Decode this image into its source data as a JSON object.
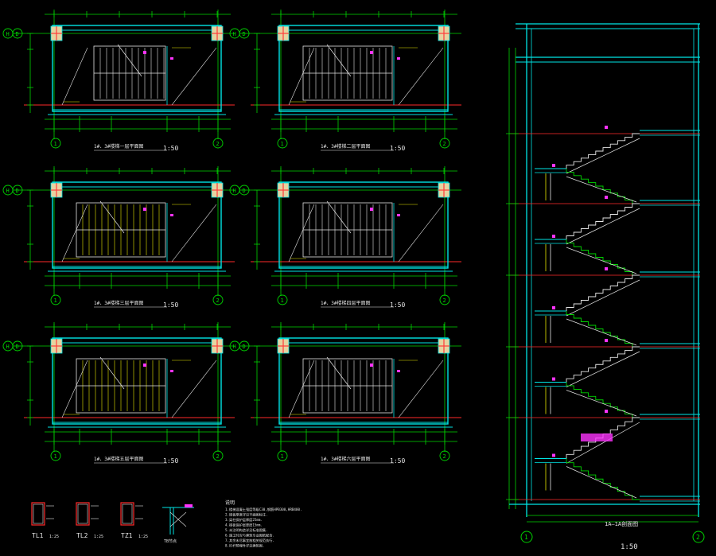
{
  "colors": {
    "background": "#000000",
    "wall": "#00e5e5",
    "dimension": "#00d400",
    "stair": "#e5e5e5",
    "stair_accent": "#e8e800",
    "axis": "#ff2a2a",
    "annotation": "#ff33ff",
    "column_fill": "#e6d3a0",
    "hatch": "#ff3b3b",
    "title": "#e5e5e5"
  },
  "icons": {
    "axis_bubble": "axis-bubble-icon",
    "column": "column-icon",
    "cut_marker": "cut-marker-icon"
  },
  "plans": [
    {
      "id": "p1",
      "title": "1#、3#楼梯一层平面图",
      "scale": "1:50",
      "axis_top": "H",
      "axis_bottom": "D",
      "axis_left": "1",
      "axis_right": "2"
    },
    {
      "id": "p2",
      "title": "1#、3#楼梯二层平面图",
      "scale": "1:50",
      "axis_top": "H",
      "axis_bottom": "D",
      "axis_left": "1",
      "axis_right": "2"
    },
    {
      "id": "p3",
      "title": "1#、3#楼梯三层平面图",
      "scale": "1:50",
      "axis_top": "H",
      "axis_bottom": "D",
      "axis_left": "1",
      "axis_right": "2"
    },
    {
      "id": "p4",
      "title": "1#、3#楼梯四层平面图",
      "scale": "1:50",
      "axis_top": "H",
      "axis_bottom": "D",
      "axis_left": "1",
      "axis_right": "2"
    },
    {
      "id": "p5",
      "title": "1#、3#楼梯五层平面图",
      "scale": "1:50",
      "axis_top": "H",
      "axis_bottom": "D",
      "axis_left": "1",
      "axis_right": "2"
    },
    {
      "id": "p6",
      "title": "1#、3#楼梯六层平面图",
      "scale": "1:50",
      "axis_top": "H",
      "axis_bottom": "D",
      "axis_left": "1",
      "axis_right": "2"
    }
  ],
  "section": {
    "title": "1A—1A剖面图",
    "scale": "1:50",
    "axis_left": "1",
    "axis_right": "2"
  },
  "details": [
    {
      "label": "TL1",
      "scale": "1:25"
    },
    {
      "label": "TL2",
      "scale": "1:25"
    },
    {
      "label": "TZ1",
      "scale": "1:25"
    },
    {
      "label": "TB节点",
      "scale": ""
    }
  ],
  "notes": {
    "title": "说明",
    "lines": [
      "1.楼梯混凝土强度等级C30,钢筋HPB300,HRB400.",
      "2.梯板厚度详见平面图标注.",
      "3.梁柱保护层厚度25mm.",
      "4.梯板保护层厚度15mm.",
      "5.未注明构造详见标准图集.",
      "6.施工时应与建筑专业图纸配合.",
      "7.其余未尽事宜按相关规范执行.",
      "8.栏杆预埋件详见建筑图."
    ]
  }
}
